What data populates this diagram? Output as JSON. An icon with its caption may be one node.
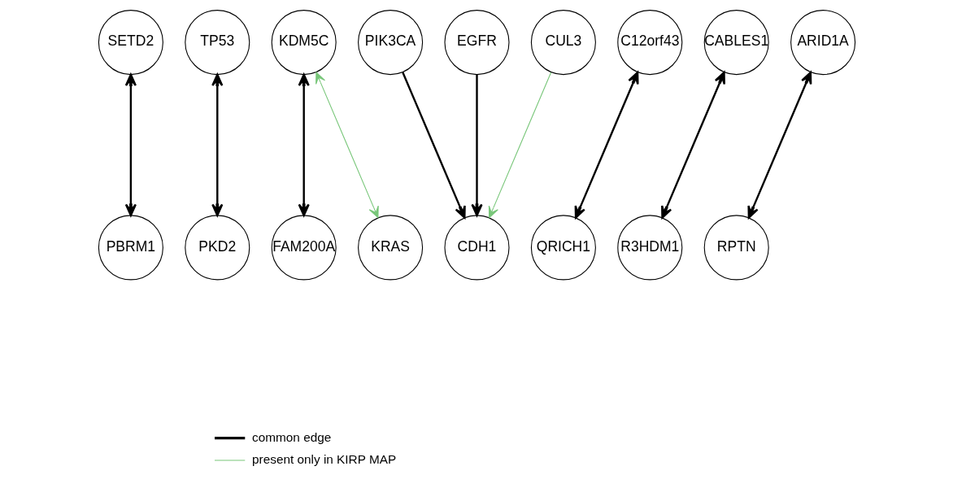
{
  "diagram": {
    "nodes": [
      {
        "text": [
          "SETD2"
        ]
      },
      {
        "text": [
          "TP53"
        ]
      },
      {
        "text": [
          "KDM5C"
        ]
      },
      {
        "text": [
          "PIK3CA"
        ]
      },
      {
        "text": [
          "EGFR"
        ]
      },
      {
        "text": [
          "CUL3"
        ]
      },
      {
        "text": [
          "C12orf43"
        ]
      },
      {
        "text": [
          "CABLES1"
        ]
      },
      {
        "text": [
          "ARID1A"
        ]
      },
      {
        "text": [
          "PBRM1"
        ]
      },
      {
        "text": [
          "PKD2"
        ]
      },
      {
        "text": [
          "FAM200A"
        ]
      },
      {
        "text": [
          "KRAS"
        ]
      },
      {
        "text": [
          "CDH1"
        ]
      },
      {
        "text": [
          "QRICH1"
        ]
      },
      {
        "text": [
          "R3HDM1"
        ]
      },
      {
        "text": [
          "RPTN"
        ]
      }
    ],
    "edges": [
      {
        "from": 0,
        "to": 9,
        "arrow": "both"
      },
      {
        "from": 1,
        "to": 10,
        "arrow": "both"
      },
      {
        "from": 2,
        "to": 11,
        "arrow": "both"
      },
      {
        "from": 2,
        "to": 12,
        "arrow": "both",
        "color": "#78c679"
      },
      {
        "from": 3,
        "to": 13,
        "arrow": "to"
      },
      {
        "from": 4,
        "to": 13,
        "arrow": "to"
      },
      {
        "from": 5,
        "to": 13,
        "arrow": "to",
        "color": "#78c679"
      },
      {
        "from": 6,
        "to": 14,
        "arrow": "both"
      },
      {
        "from": 7,
        "to": 15,
        "arrow": "both"
      },
      {
        "from": 8,
        "to": 16,
        "arrow": "both"
      }
    ],
    "legend": [
      {
        "text": "common edge"
      },
      {
        "text": "present only in KIRP MAP"
      }
    ]
  }
}
